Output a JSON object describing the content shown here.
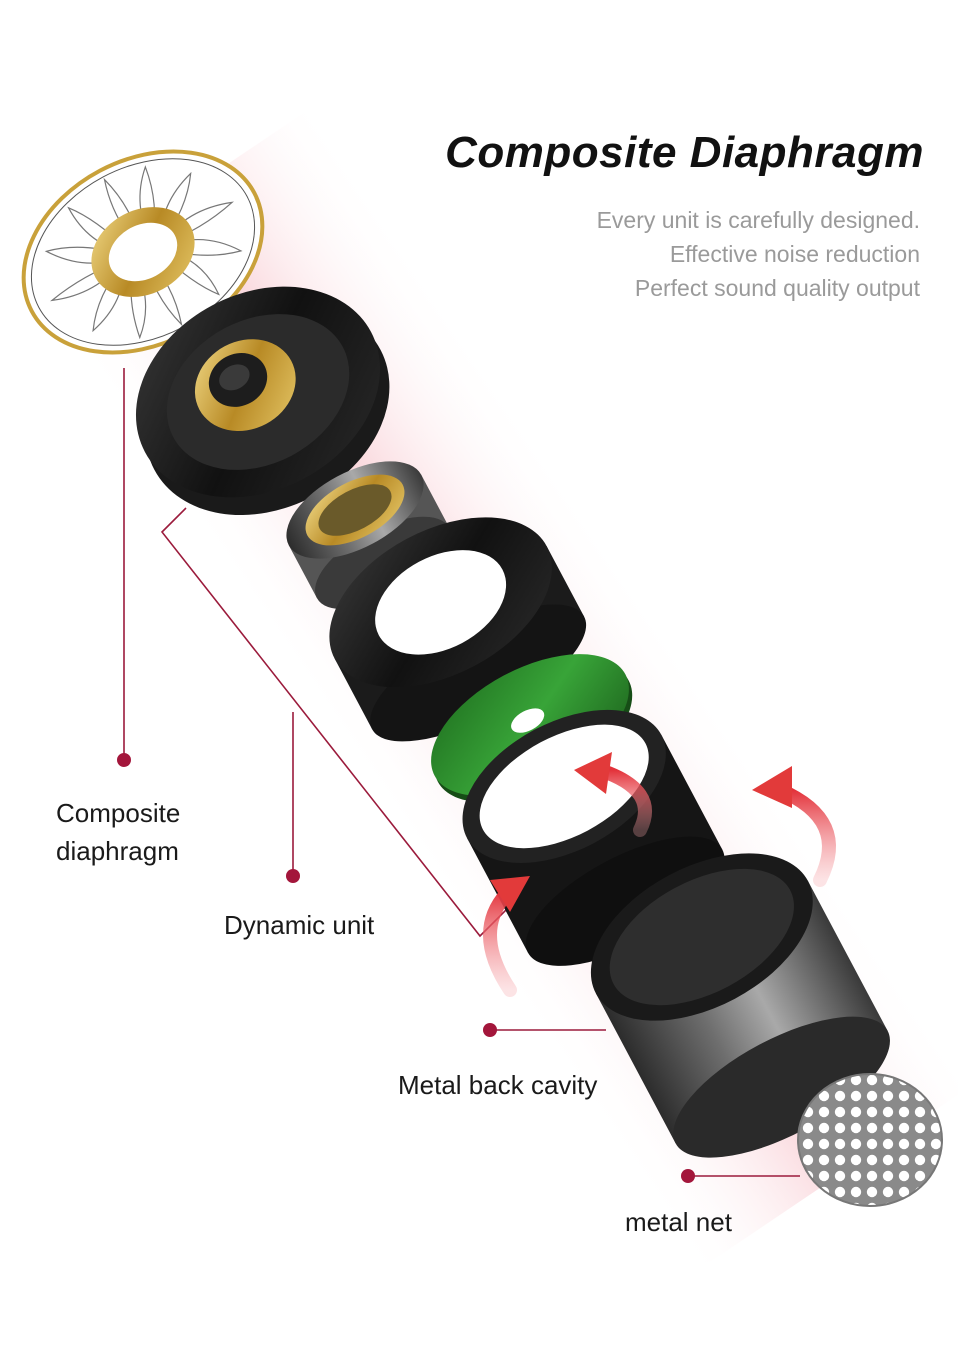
{
  "header": {
    "title": "Composite Diaphragm",
    "tagline_lines": [
      "Every unit is carefully designed.",
      "Effective noise reduction",
      "Perfect sound quality output"
    ]
  },
  "callouts": {
    "composite_diaphragm": [
      "Composite",
      "diaphragm"
    ],
    "dynamic_unit": "Dynamic unit",
    "metal_back_cavity": "Metal back cavity",
    "metal_net": "metal net"
  },
  "colors": {
    "accent_line": "#9b1b3c",
    "accent_dot": "#a3163b",
    "glow": "#f7c9cf",
    "gold": "#c9a13a",
    "green": "#2e8a2e",
    "arrow": "#e23a3a"
  },
  "icons": [
    "diaphragm-illustration",
    "dynamic-unit-illustration",
    "metal-cavity-illustration",
    "metal-net-illustration",
    "airflow-arrow-icon",
    "callout-dot-icon"
  ]
}
